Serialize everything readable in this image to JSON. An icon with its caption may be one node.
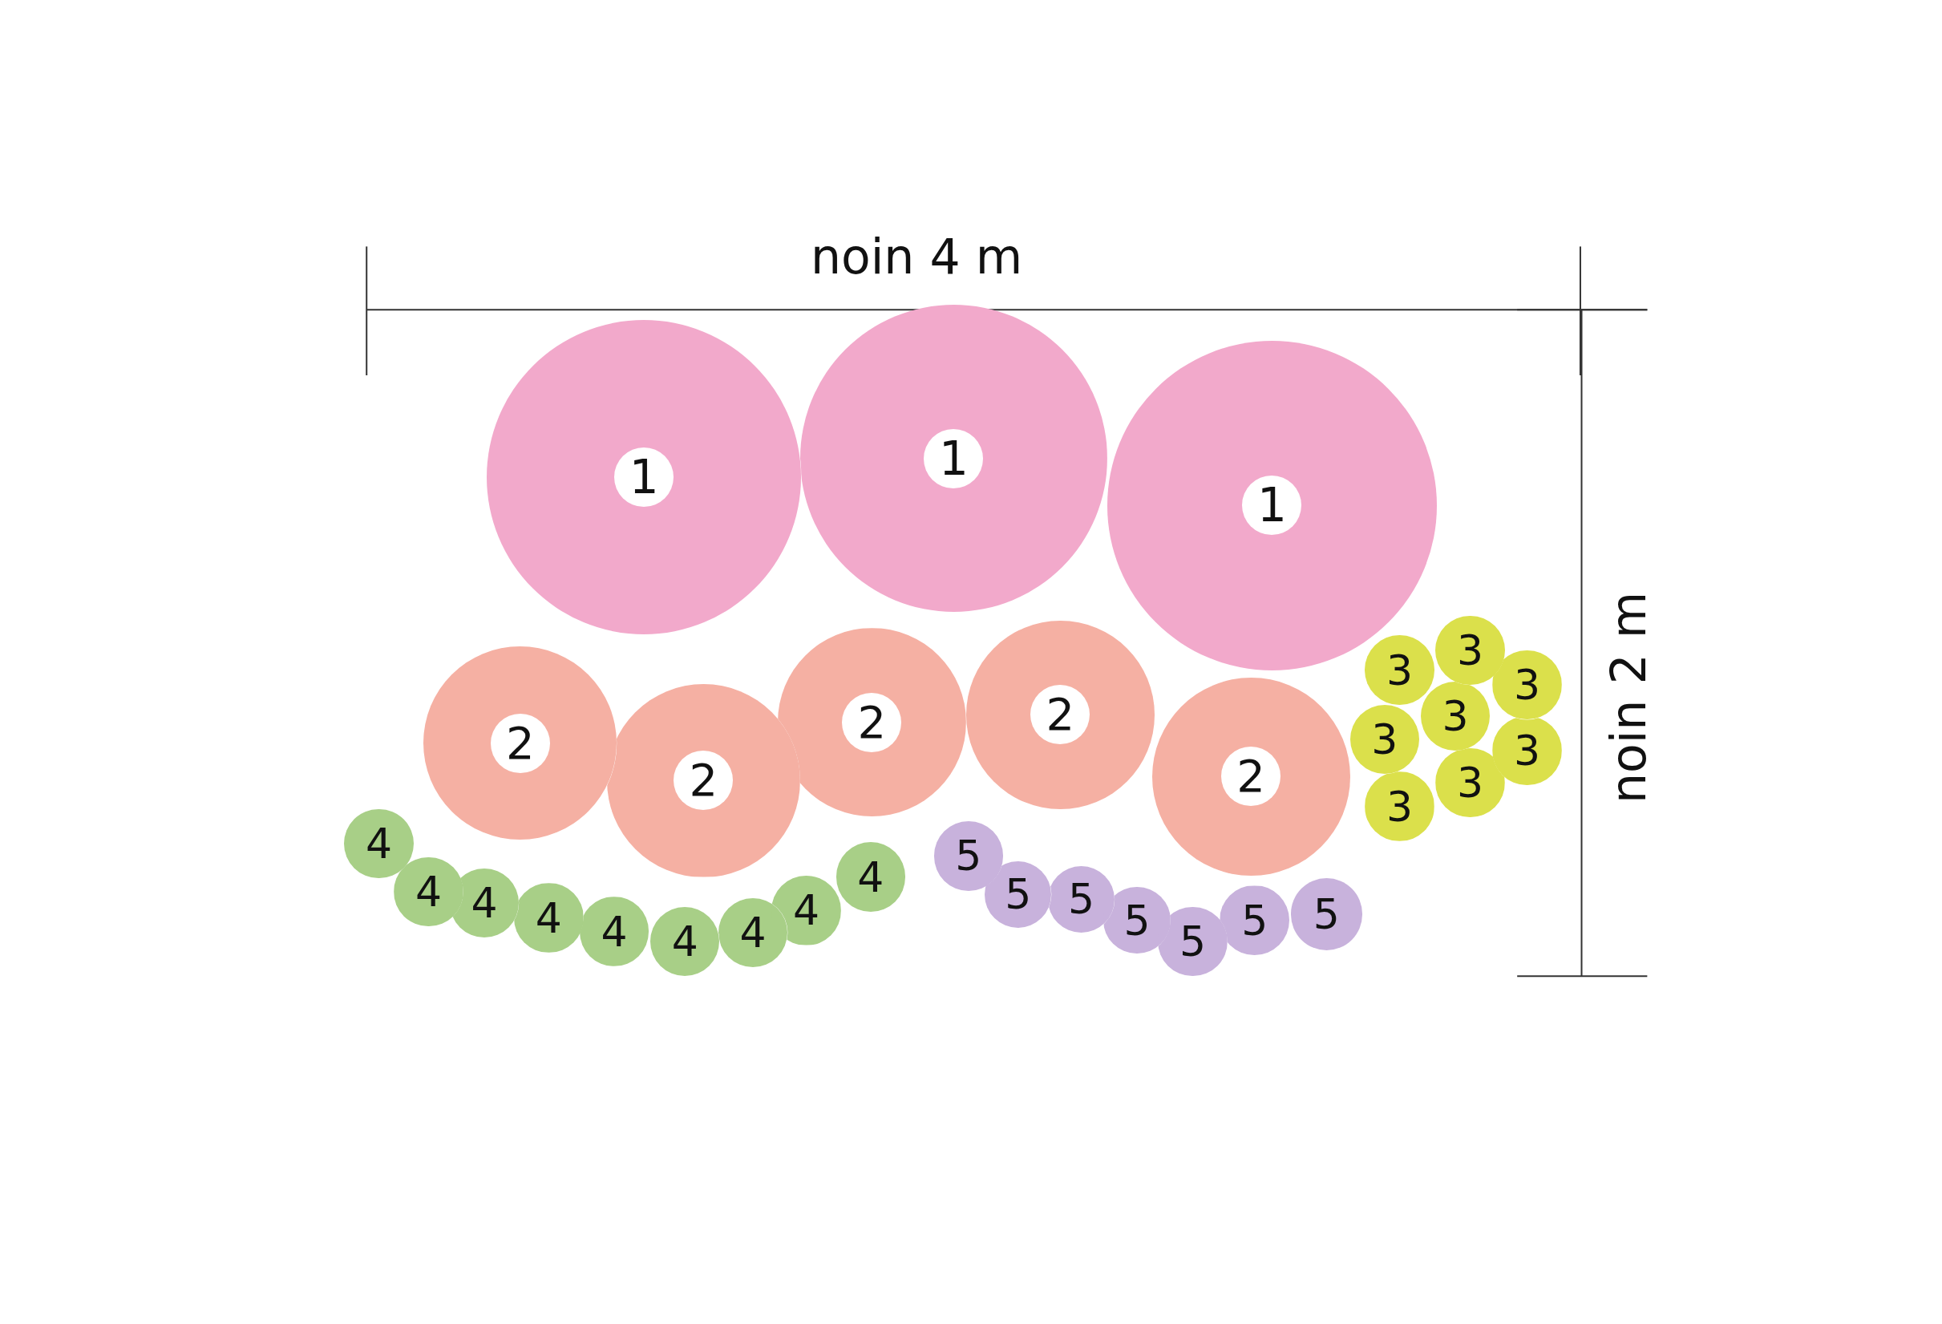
{
  "diagram": {
    "nodes": [
      {
        "text": [
          "1"
        ]
      },
      {
        "text": [
          "1"
        ]
      },
      {
        "text": [
          "1"
        ]
      },
      {
        "text": [
          "2"
        ]
      },
      {
        "text": [
          "2"
        ]
      },
      {
        "text": [
          "2"
        ]
      },
      {
        "text": [
          "2"
        ]
      },
      {
        "text": [
          "2"
        ]
      },
      {
        "text": [
          "3"
        ]
      },
      {
        "text": [
          "3"
        ]
      },
      {
        "text": [
          "3"
        ]
      },
      {
        "text": [
          "3"
        ]
      },
      {
        "text": [
          "3"
        ]
      },
      {
        "text": [
          "3"
        ]
      },
      {
        "text": [
          "3"
        ]
      },
      {
        "text": [
          "3"
        ]
      },
      {
        "text": [
          "4"
        ]
      },
      {
        "text": [
          "4"
        ]
      },
      {
        "text": [
          "4"
        ]
      },
      {
        "text": [
          "4"
        ]
      },
      {
        "text": [
          "4"
        ]
      },
      {
        "text": [
          "4"
        ]
      },
      {
        "text": [
          "4"
        ]
      },
      {
        "text": [
          "4"
        ]
      },
      {
        "text": [
          "4"
        ]
      },
      {
        "text": [
          "5"
        ]
      },
      {
        "text": [
          "5"
        ]
      },
      {
        "text": [
          "5"
        ]
      },
      {
        "text": [
          "5"
        ]
      },
      {
        "text": [
          "5"
        ]
      },
      {
        "text": [
          "5"
        ]
      },
      {
        "text": [
          "5"
        ]
      }
    ],
    "labels": [
      "noin 4 m",
      "noin 2 m"
    ]
  }
}
